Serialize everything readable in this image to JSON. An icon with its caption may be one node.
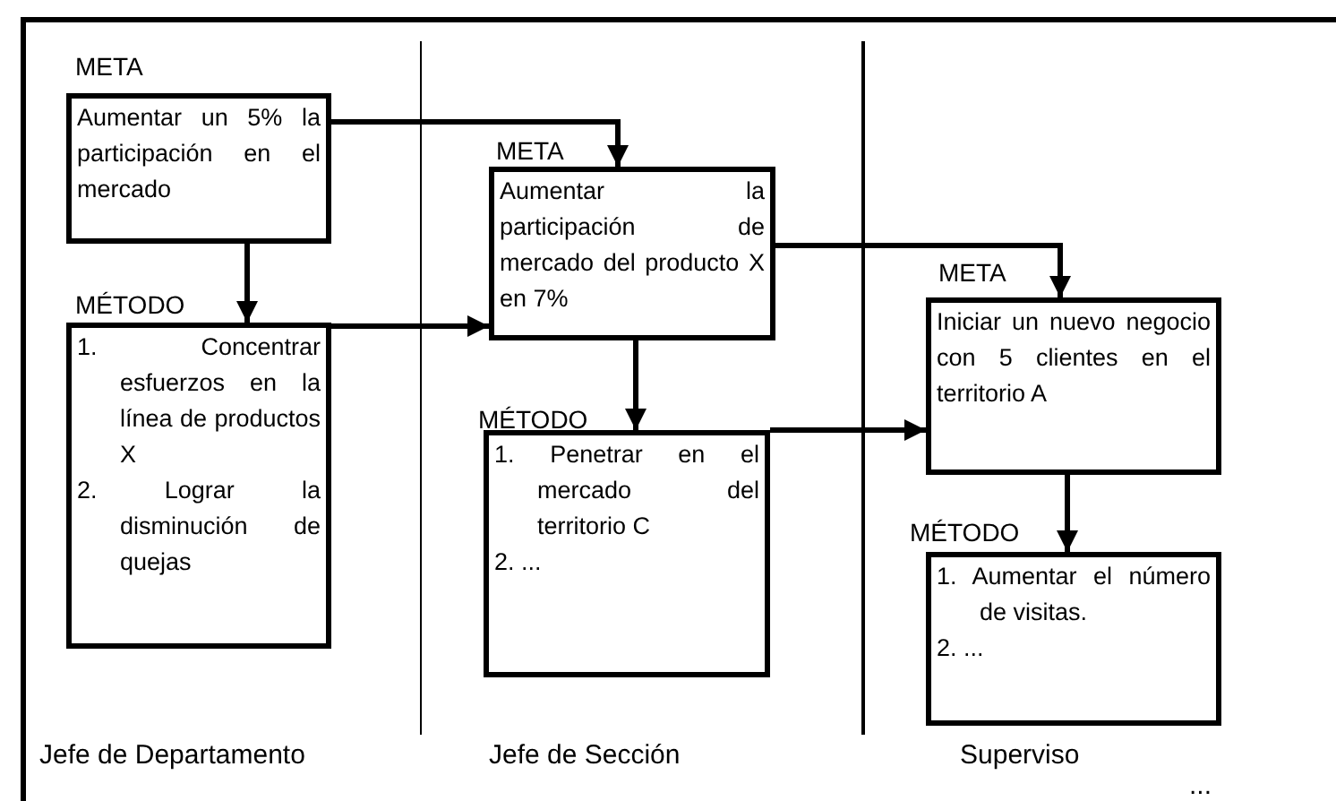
{
  "diagram": {
    "nodes": [
      {
        "text": [
          "META",
          "Aumentar un 5% la participación en el mercado"
        ]
      },
      {
        "text": [
          "MÉTODO",
          "1. Concentrar esfuerzos en la línea de productos X",
          "2. Lograr la disminución de quejas"
        ]
      },
      {
        "text": [
          "META",
          "Aumentar la participación de mercado del producto X en 7%"
        ]
      },
      {
        "text": [
          "MÉTODO",
          "1. Penetrar en el mercado del territorio C",
          "2. ..."
        ]
      },
      {
        "text": [
          "META",
          "Iniciar un nuevo negocio con 5 clientes en el territorio A"
        ]
      },
      {
        "text": [
          "MÉTODO",
          "1. Aumentar el número de visitas.",
          "2. ..."
        ]
      }
    ],
    "edges": [
      {
        "from": 0,
        "to": 2,
        "arrow": "to"
      },
      {
        "from": 0,
        "to": 1,
        "arrow": "to"
      },
      {
        "from": 1,
        "to": 2,
        "arrow": "to"
      },
      {
        "from": 2,
        "to": 3,
        "arrow": "to"
      },
      {
        "from": 2,
        "to": 4,
        "arrow": "to"
      },
      {
        "from": 3,
        "to": 4,
        "arrow": "to"
      },
      {
        "from": 4,
        "to": 5,
        "arrow": "to"
      }
    ],
    "labels": [
      "Jefe de Departamento",
      "Jefe de Sección",
      "Superviso",
      "..."
    ]
  }
}
